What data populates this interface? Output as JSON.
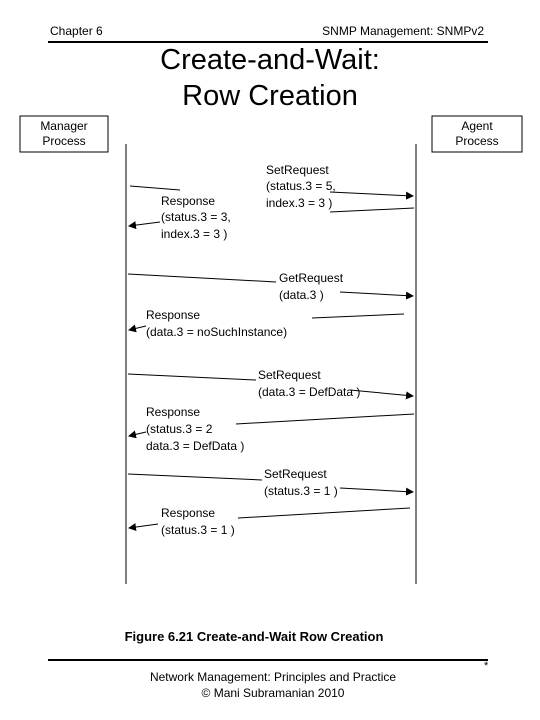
{
  "header": {
    "chapter": "Chapter 6",
    "topic": "SNMP Management: SNMPv2"
  },
  "title": {
    "line1": "Create-and-Wait:",
    "line2": "Row Creation"
  },
  "diagram": {
    "manager": {
      "line1": "Manager",
      "line2": "Process"
    },
    "agent": {
      "line1": "Agent",
      "line2": "Process"
    },
    "messages": [
      {
        "direction": "to-agent",
        "lines": [
          "SetRequest",
          "(status.3 = 5,",
          "index.3 = 3 )"
        ]
      },
      {
        "direction": "to-manager",
        "lines": [
          "Response",
          "(status.3 = 3,",
          "index.3 = 3 )"
        ]
      },
      {
        "direction": "to-agent",
        "lines": [
          "GetRequest",
          "(data.3 )"
        ]
      },
      {
        "direction": "to-manager",
        "lines": [
          "Response",
          "(data.3 = noSuchInstance)"
        ]
      },
      {
        "direction": "to-agent",
        "lines": [
          "SetRequest",
          "(data.3 = DefData )"
        ]
      },
      {
        "direction": "to-manager",
        "lines": [
          "Response",
          "(status.3 = 2",
          "data.3 = DefData )"
        ]
      },
      {
        "direction": "to-agent",
        "lines": [
          "SetRequest",
          "(status.3 = 1 )"
        ]
      },
      {
        "direction": "to-manager",
        "lines": [
          "Response",
          "(status.3 = 1 )"
        ]
      }
    ],
    "caption": "Figure 6.21 Create-and-Wait Row Creation"
  },
  "footer": {
    "line1": "Network Management: Principles and Practice",
    "line2": "© Mani Subramanian 2010",
    "mark": "*"
  }
}
